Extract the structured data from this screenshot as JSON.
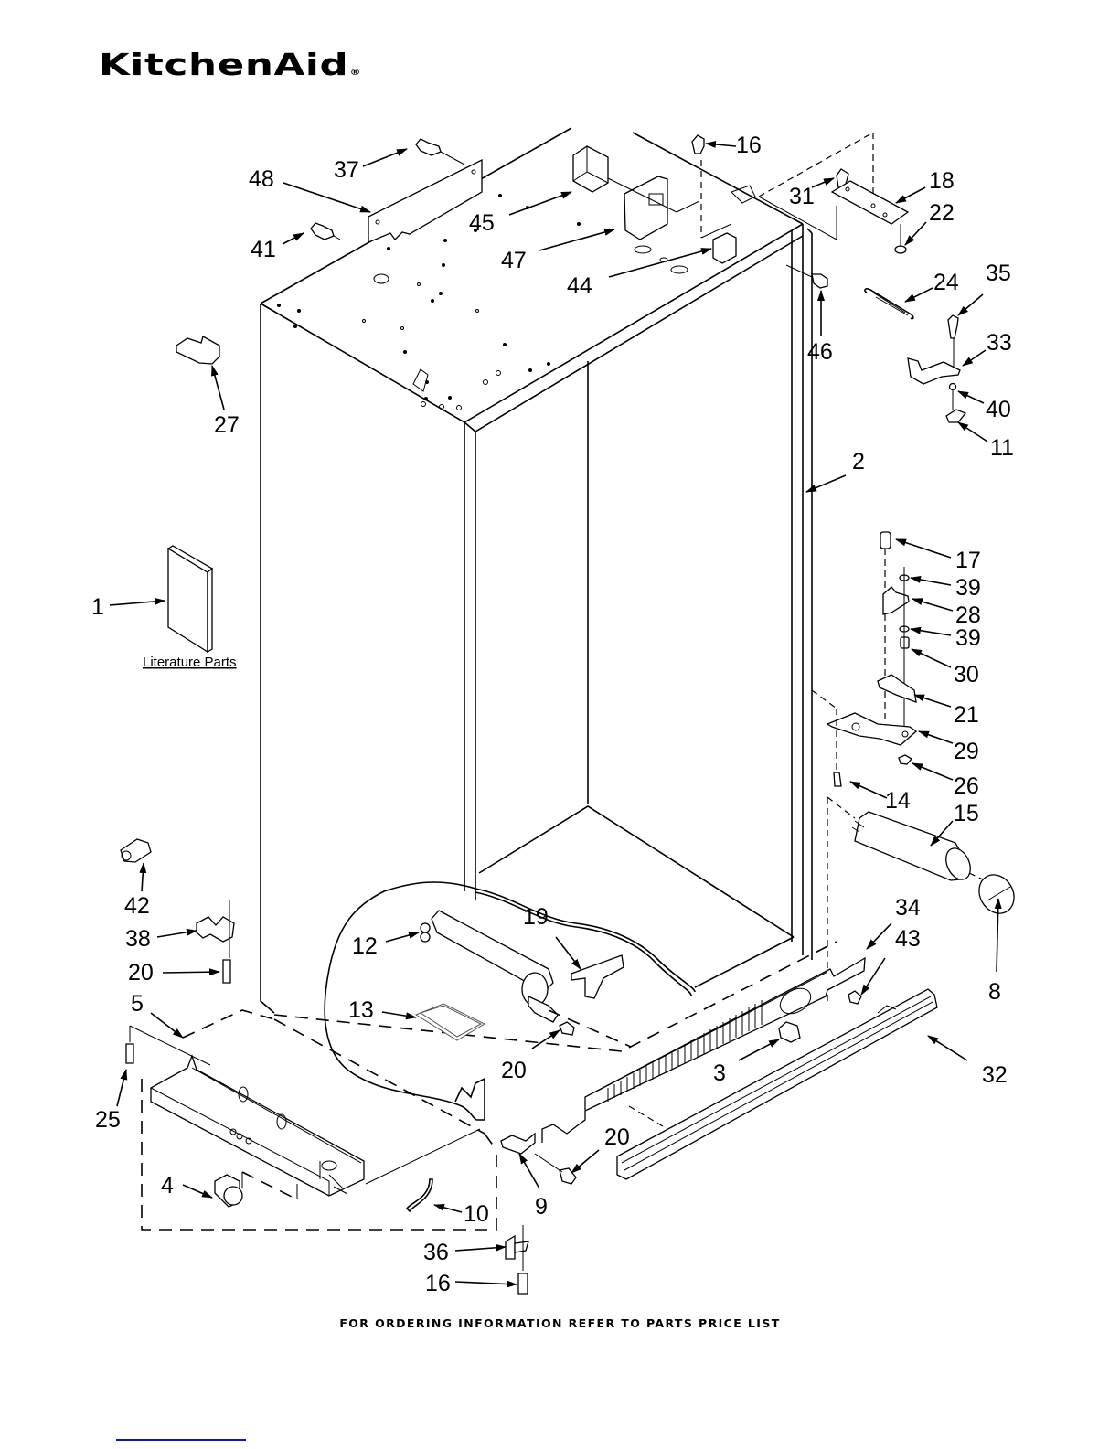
{
  "header": {
    "brand": "KitchenAid",
    "registered_mark": "®"
  },
  "diagram": {
    "title": "Cabinet Parts",
    "literature_label": "Literature Parts",
    "callouts": [
      {
        "id": "1",
        "part": "literature"
      },
      {
        "id": "2",
        "part": "cabinet"
      },
      {
        "id": "3",
        "part": "knob"
      },
      {
        "id": "4",
        "part": "roller"
      },
      {
        "id": "5",
        "part": "base-assembly"
      },
      {
        "id": "8",
        "part": "filter-cap"
      },
      {
        "id": "9",
        "part": "clip"
      },
      {
        "id": "10",
        "part": "clip-wire"
      },
      {
        "id": "11",
        "part": "bracket"
      },
      {
        "id": "12",
        "part": "filter-housing"
      },
      {
        "id": "13",
        "part": "tray"
      },
      {
        "id": "14",
        "part": "screw"
      },
      {
        "id": "15",
        "part": "water-filter"
      },
      {
        "id": "16",
        "part": "screw"
      },
      {
        "id": "17",
        "part": "hinge-pin"
      },
      {
        "id": "18",
        "part": "hinge-top"
      },
      {
        "id": "19",
        "part": "bracket"
      },
      {
        "id": "20",
        "part": "screw"
      },
      {
        "id": "21",
        "part": "door-stop"
      },
      {
        "id": "22",
        "part": "bushing"
      },
      {
        "id": "24",
        "part": "spring"
      },
      {
        "id": "25",
        "part": "screw"
      },
      {
        "id": "26",
        "part": "washer"
      },
      {
        "id": "27",
        "part": "clip"
      },
      {
        "id": "28",
        "part": "hinge-plate"
      },
      {
        "id": "29",
        "part": "hinge-bottom"
      },
      {
        "id": "30",
        "part": "bushing"
      },
      {
        "id": "31",
        "part": "screw"
      },
      {
        "id": "32",
        "part": "toe-grille"
      },
      {
        "id": "33",
        "part": "bracket"
      },
      {
        "id": "34",
        "part": "grille-panel"
      },
      {
        "id": "35",
        "part": "screw"
      },
      {
        "id": "36",
        "part": "bracket"
      },
      {
        "id": "37",
        "part": "screw"
      },
      {
        "id": "38",
        "part": "bracket"
      },
      {
        "id": "39",
        "part": "washer"
      },
      {
        "id": "40",
        "part": "nut"
      },
      {
        "id": "41",
        "part": "screw"
      },
      {
        "id": "42",
        "part": "leveler"
      },
      {
        "id": "43",
        "part": "screw"
      },
      {
        "id": "44",
        "part": "switch"
      },
      {
        "id": "45",
        "part": "relay-box"
      },
      {
        "id": "46",
        "part": "screw"
      },
      {
        "id": "47",
        "part": "bracket"
      },
      {
        "id": "48",
        "part": "rail"
      }
    ],
    "label_text": {
      "l1": "1",
      "l2": "2",
      "l3": "3",
      "l4": "4",
      "l5": "5",
      "l8": "8",
      "l9": "9",
      "l10": "10",
      "l11": "11",
      "l12": "12",
      "l13": "13",
      "l14": "14",
      "l15": "15",
      "l16a": "16",
      "l16b": "16",
      "l17": "17",
      "l18": "18",
      "l19": "19",
      "l20a": "20",
      "l20b": "20",
      "l20c": "20",
      "l21": "21",
      "l22": "22",
      "l24": "24",
      "l25": "25",
      "l26": "26",
      "l27": "27",
      "l28": "28",
      "l29": "29",
      "l30": "30",
      "l31": "31",
      "l32": "32",
      "l33": "33",
      "l34": "34",
      "l35": "35",
      "l36": "36",
      "l37": "37",
      "l38": "38",
      "l39a": "39",
      "l39b": "39",
      "l40": "40",
      "l41": "41",
      "l42": "42",
      "l43": "43",
      "l44": "44",
      "l45": "45",
      "l46": "46",
      "l47": "47",
      "l48": "48"
    }
  },
  "footer": {
    "note": "FOR ORDERING INFORMATION REFER TO PARTS PRICE LIST"
  }
}
